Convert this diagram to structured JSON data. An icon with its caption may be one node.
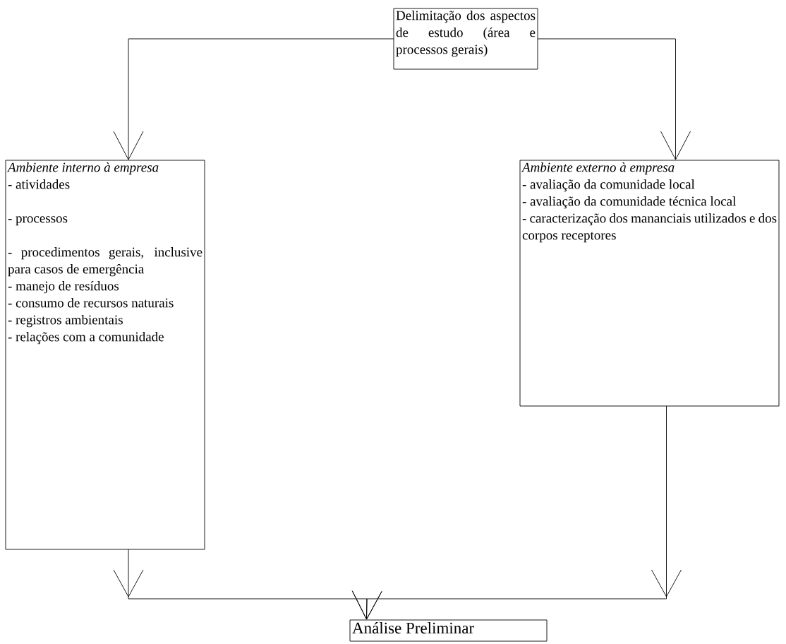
{
  "diagram": {
    "nodes": [
      {
        "text": [
          "Delimitação dos aspectos de estudo (área e processos gerais)"
        ]
      },
      {
        "text": [
          "Ambiente interno à empresa",
          "- atividades",
          "- processos",
          "- procedimentos gerais, inclusive para casos de emergência",
          "- manejo de resíduos",
          "- consumo de recursos naturais",
          "- registros ambientais",
          "- relações com a comunidade"
        ]
      },
      {
        "text": [
          "Ambiente externo à empresa",
          "- avaliação da comunidade local",
          "- avaliação da comunidade técnica local",
          "- caracterização dos mananciais utilizados e dos corpos receptores"
        ]
      },
      {
        "text": [
          "Análise Preliminar"
        ]
      }
    ],
    "edges": [
      {
        "from": 0,
        "to": 1,
        "arrow": "to"
      },
      {
        "from": 0,
        "to": 2,
        "arrow": "to"
      },
      {
        "from": 1,
        "to": 3,
        "arrow": "to"
      },
      {
        "from": 2,
        "to": 3,
        "arrow": "to"
      }
    ]
  }
}
